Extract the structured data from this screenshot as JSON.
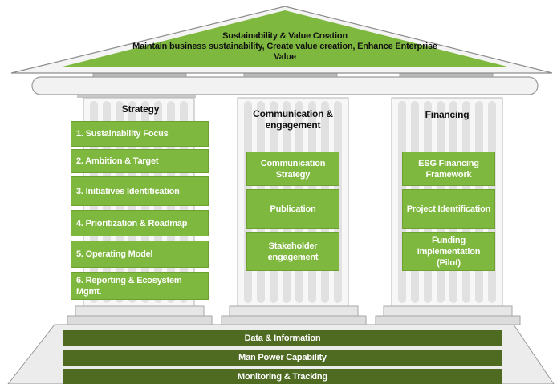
{
  "roof": {
    "title": "Sustainability & Value Creation",
    "subtitle": "Maintain business sustainability, Create value creation, Enhance Enterprise Value"
  },
  "pillars": [
    {
      "heading": "Strategy",
      "items": [
        "1. Sustainability Focus",
        "2. Ambition & Target",
        "3. Initiatives Identification",
        "4. Prioritization & Roadmap",
        "5. Operating Model",
        "6. Reporting & Ecosystem Mgmt."
      ]
    },
    {
      "heading": "Communication & engagement",
      "items": [
        "Communication Strategy",
        "Publication",
        "Stakeholder engagement"
      ]
    },
    {
      "heading": "Financing",
      "items": [
        "ESG Financing Framework",
        "Project Identification",
        "Funding Implementation (Pilot)"
      ]
    }
  ],
  "foundation": [
    "Data & Information",
    "Man Power Capability",
    "Monitoring & Tracking"
  ],
  "colors": {
    "green": "#7fb83e",
    "dark_green": "#4e6b21",
    "pillar_gray": "#d9d9d9",
    "outline_gray": "#a6a6a6"
  }
}
